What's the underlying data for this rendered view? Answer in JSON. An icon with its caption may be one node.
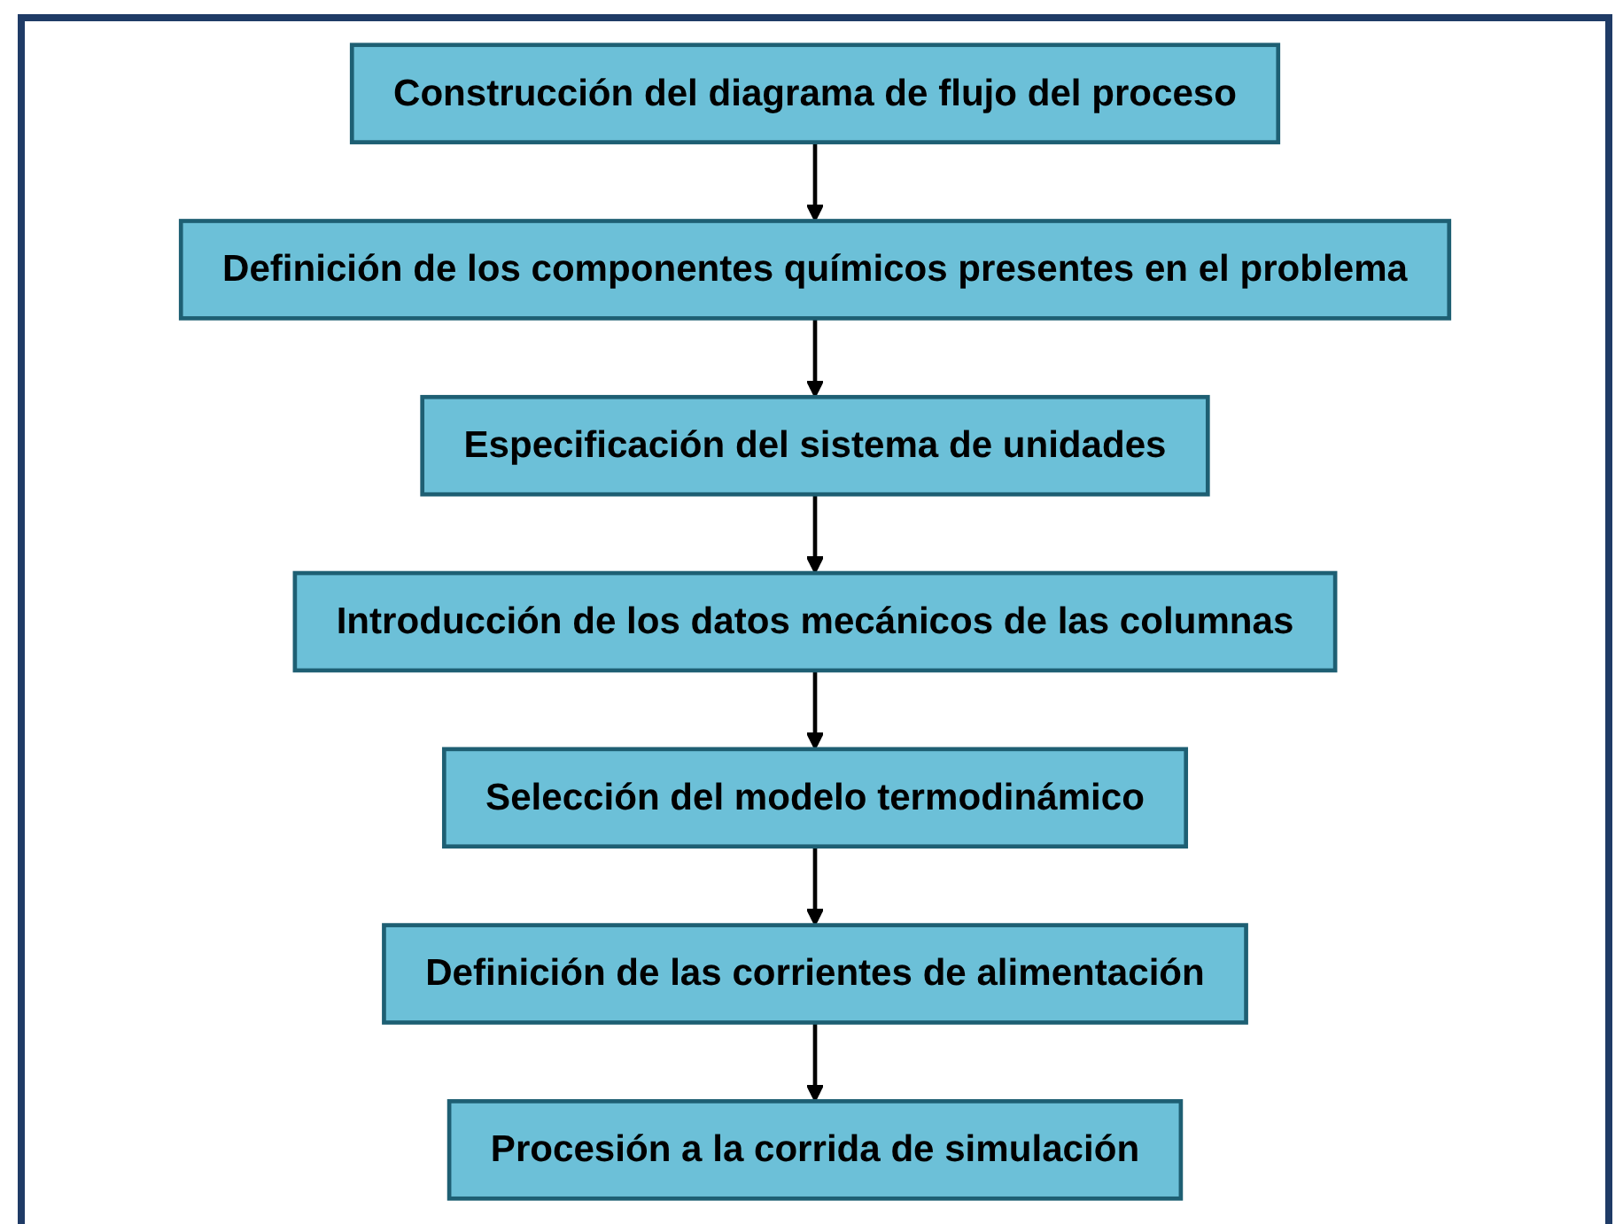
{
  "diagram": {
    "nodes": [
      {
        "text": [
          "Construcción del diagrama de flujo del proceso"
        ]
      },
      {
        "text": [
          "Definición de los componentes químicos presentes en el problema"
        ]
      },
      {
        "text": [
          "Especificación del sistema de unidades"
        ]
      },
      {
        "text": [
          "Introducción de los datos mecánicos de las columnas"
        ]
      },
      {
        "text": [
          "Selección del modelo termodinámico"
        ]
      },
      {
        "text": [
          "Definición de las corrientes de alimentación"
        ]
      },
      {
        "text": [
          "Procesión a la corrida de simulación"
        ]
      }
    ],
    "edges": [
      {
        "from": 0,
        "to": 1,
        "arrow": "to"
      },
      {
        "from": 1,
        "to": 2,
        "arrow": "to"
      },
      {
        "from": 2,
        "to": 3,
        "arrow": "to"
      },
      {
        "from": 3,
        "to": 4,
        "arrow": "to"
      },
      {
        "from": 4,
        "to": 5,
        "arrow": "to"
      },
      {
        "from": 5,
        "to": 6,
        "arrow": "to"
      }
    ]
  }
}
